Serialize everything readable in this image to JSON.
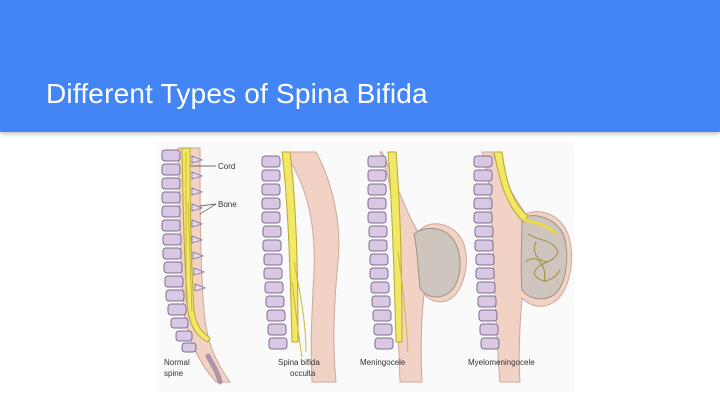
{
  "slide": {
    "title": "Different Types of Spina Bifida"
  },
  "figure": {
    "labels": {
      "cord": "Cord",
      "bone": "Bone",
      "normal_1": "Normal",
      "normal_2": "spine",
      "occulta_1": "Spina bifida",
      "occulta_2": "occulta",
      "meningocele": "Meningocele",
      "myelomeningocele": "Myelomeningocele"
    },
    "colors": {
      "skin": "#f3d2c6",
      "vertebra": "#d9c8e3",
      "vertebra_edge": "#7d6c91",
      "cord": "#f3e766",
      "cord_edge": "#b7a82e",
      "sac": "#cfc5bf",
      "header": "#4385f4"
    }
  }
}
